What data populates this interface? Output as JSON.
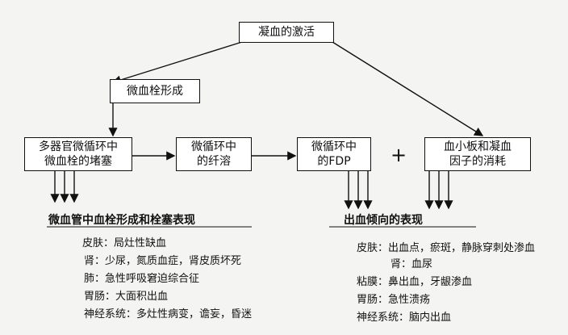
{
  "boxes": {
    "activation": "凝血的激活",
    "microthrombus": "微血栓形成",
    "blockage": "多器官微循环中\n微血栓的堵塞",
    "fibrinolysis": "微循环中\n的纤溶",
    "fdp": "微循环中\n的FDP",
    "consumption": "血小板和凝血\n因子的消耗"
  },
  "plus": "+",
  "left_section": {
    "heading": "微血管中血栓形成和栓塞表现",
    "lines": [
      "皮肤：局灶性缺血",
      "肾：少尿，氮质血症，肾皮质坏死",
      "肺：急性呼吸窘迫综合征",
      "胃肠：大面积出血",
      "神经系统：多灶性病变，谵妄，昏迷"
    ]
  },
  "right_section": {
    "heading": "出血倾向的表现",
    "lines": [
      "皮肤：出血点，瘀斑，静脉穿刺处渗血",
      "肾：血尿",
      "粘膜：鼻出血，牙龈渗血",
      "胃肠：急性溃疡",
      "神经系统：脑内出血"
    ]
  }
}
